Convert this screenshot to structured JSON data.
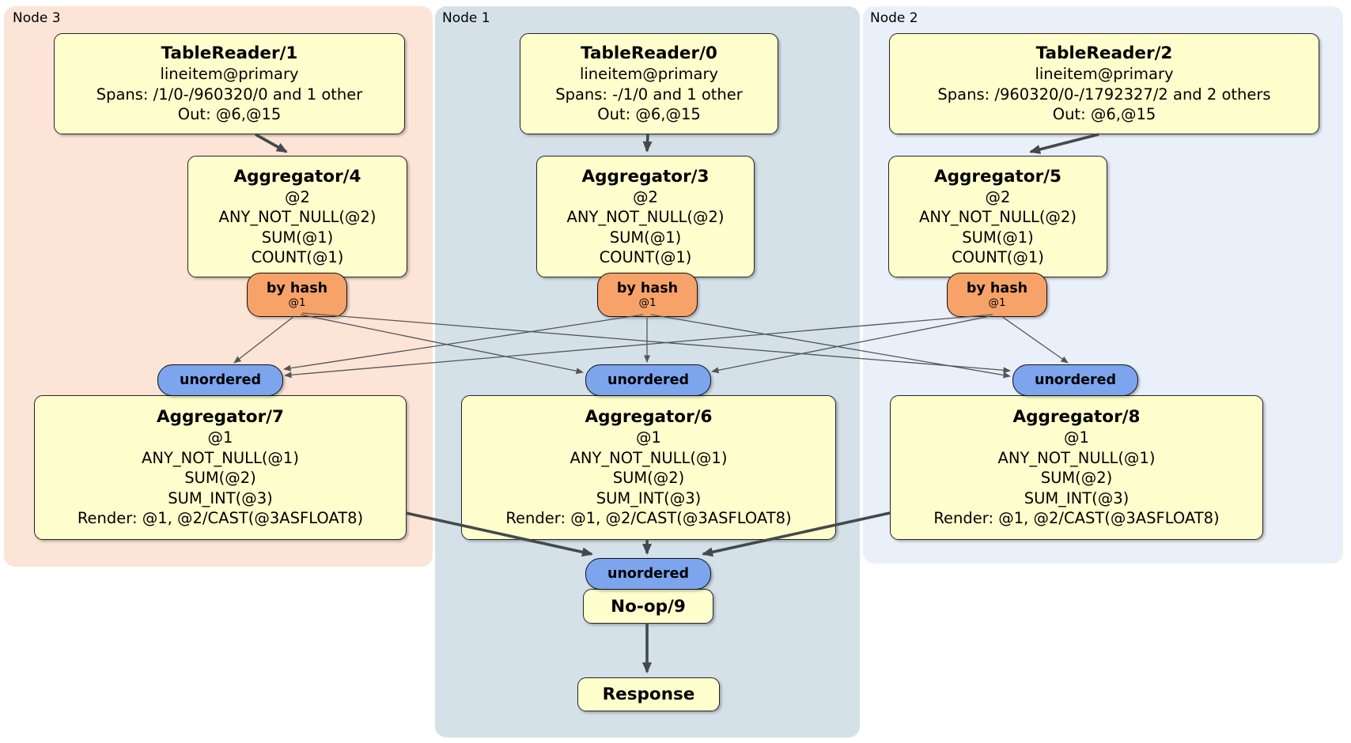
{
  "panels": [
    {
      "label": "Node 3"
    },
    {
      "label": "Node 1"
    },
    {
      "label": "Node 2"
    }
  ],
  "nodes": {
    "tr1": {
      "title": "TableReader/1",
      "lines": [
        "lineitem@primary",
        "Spans: /1/0-/960320/0 and 1 other",
        "Out: @6,@15"
      ]
    },
    "tr0": {
      "title": "TableReader/0",
      "lines": [
        "lineitem@primary",
        "Spans: -/1/0 and 1 other",
        "Out: @6,@15"
      ]
    },
    "tr2": {
      "title": "TableReader/2",
      "lines": [
        "lineitem@primary",
        "Spans: /960320/0-/1792327/2 and 2 others",
        "Out: @6,@15"
      ]
    },
    "agg4": {
      "title": "Aggregator/4",
      "lines": [
        "@2",
        "ANY_NOT_NULL(@2)",
        "SUM(@1)",
        "COUNT(@1)"
      ]
    },
    "agg3": {
      "title": "Aggregator/3",
      "lines": [
        "@2",
        "ANY_NOT_NULL(@2)",
        "SUM(@1)",
        "COUNT(@1)"
      ]
    },
    "agg5": {
      "title": "Aggregator/5",
      "lines": [
        "@2",
        "ANY_NOT_NULL(@2)",
        "SUM(@1)",
        "COUNT(@1)"
      ]
    },
    "agg7": {
      "title": "Aggregator/7",
      "lines": [
        "@1",
        "ANY_NOT_NULL(@1)",
        "SUM(@2)",
        "SUM_INT(@3)",
        "Render: @1, @2/CAST(@3ASFLOAT8)"
      ]
    },
    "agg6": {
      "title": "Aggregator/6",
      "lines": [
        "@1",
        "ANY_NOT_NULL(@1)",
        "SUM(@2)",
        "SUM_INT(@3)",
        "Render: @1, @2/CAST(@3ASFLOAT8)"
      ]
    },
    "agg8": {
      "title": "Aggregator/8",
      "lines": [
        "@1",
        "ANY_NOT_NULL(@1)",
        "SUM(@2)",
        "SUM_INT(@3)",
        "Render: @1, @2/CAST(@3ASFLOAT8)"
      ]
    },
    "noop": {
      "title": "No-op/9"
    },
    "response": {
      "title": "Response"
    }
  },
  "routers": {
    "by_hash": {
      "label": "by hash",
      "sub": "@1"
    },
    "unordered": {
      "label": "unordered"
    }
  },
  "colors": {
    "panel_node3": "#fce4d6",
    "panel_node1": "#d4e1e9",
    "panel_node2": "#eaf0f9",
    "node_fill": "#ffffcd",
    "node_border": "#262626",
    "router_hash_fill": "#f7a268",
    "router_unordered_fill": "#7ca5ee",
    "edge_thick": "#45494d",
    "edge_thin": "#555555"
  }
}
